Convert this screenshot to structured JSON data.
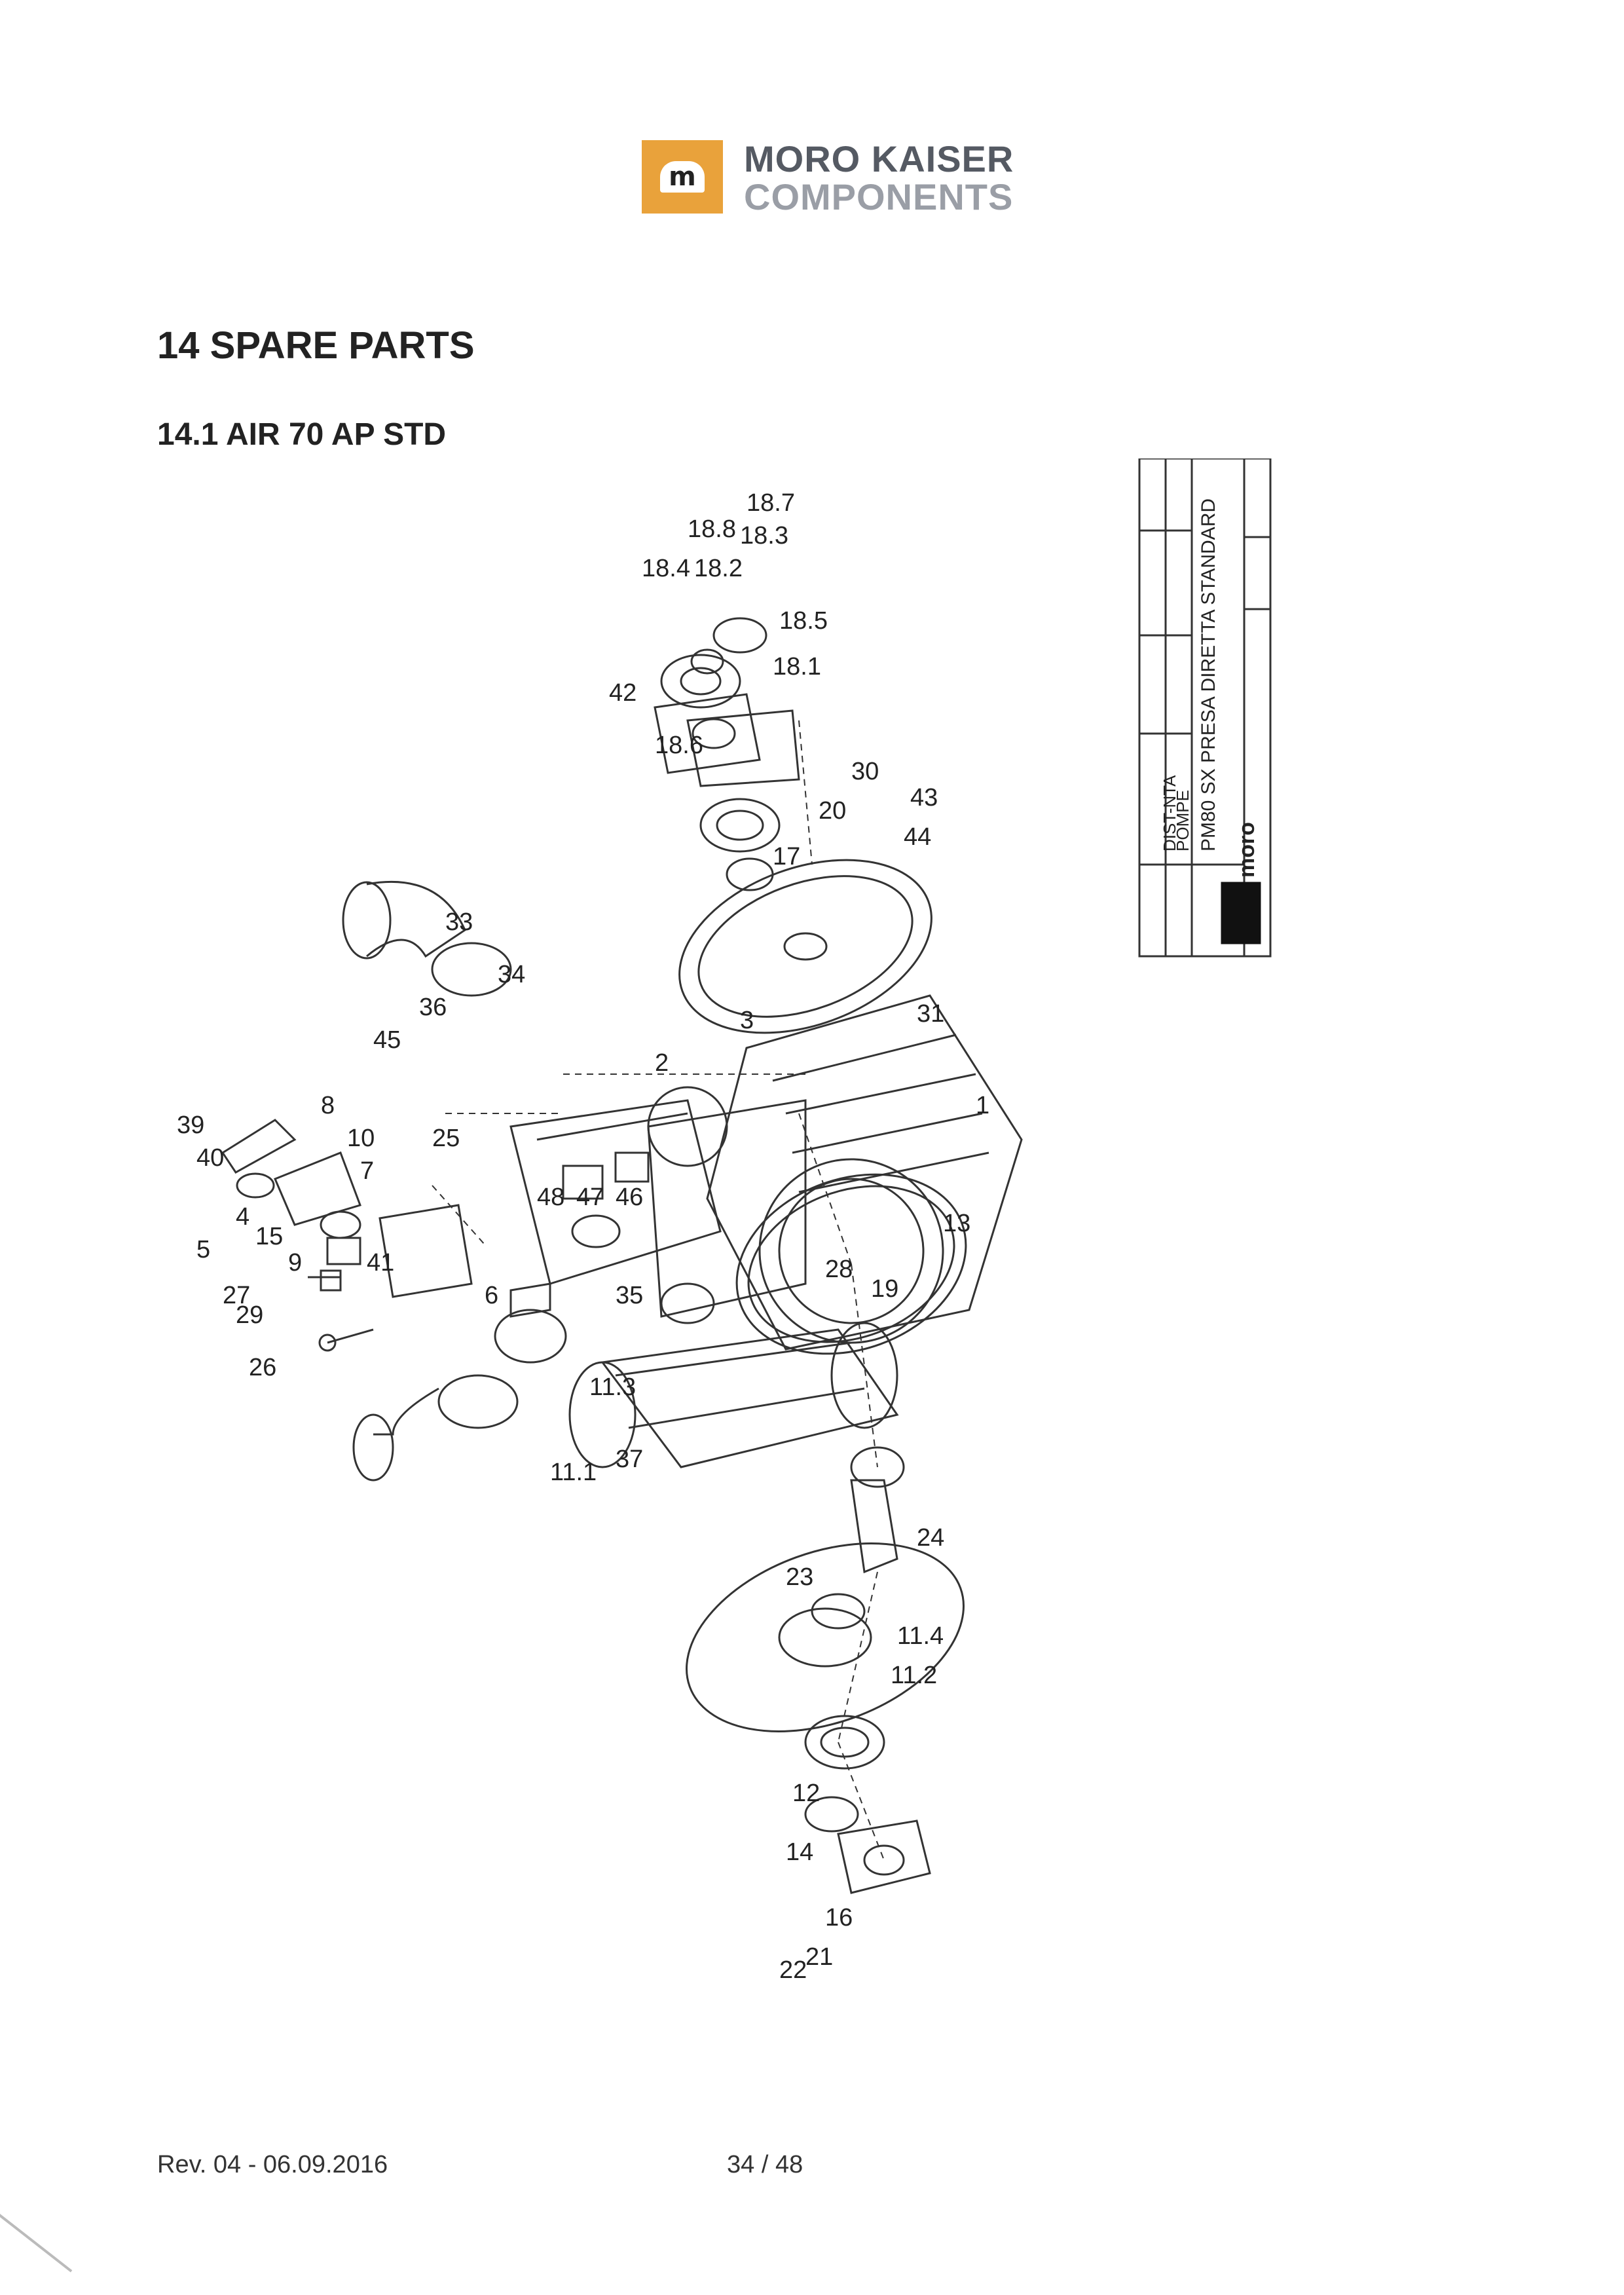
{
  "header": {
    "logo_letter": "m",
    "brand_line1": "MORO KAISER",
    "brand_line2": "COMPONENTS"
  },
  "section": {
    "title": "14  SPARE PARTS",
    "subtitle": "14.1  AIR 70 AP STD"
  },
  "drawing": {
    "title_block": {
      "company_logo_text": "moro",
      "field_1": "DIST-NTA",
      "field_2": "POMPE",
      "description": "PM80 SX PRESA DIRETTA STANDARD"
    },
    "part_labels": [
      "1",
      "2",
      "3",
      "4",
      "5",
      "6",
      "7",
      "8",
      "9",
      "10",
      "11.1",
      "11.2",
      "11.3",
      "11.4",
      "12",
      "13",
      "14",
      "15",
      "16",
      "17",
      "18.1",
      "18.2",
      "18.3",
      "18.4",
      "18.5",
      "18.6",
      "18.7",
      "18.8",
      "19",
      "20",
      "21",
      "22",
      "23",
      "24",
      "25",
      "26",
      "27",
      "28",
      "29",
      "30",
      "31",
      "33",
      "34",
      "35",
      "36",
      "37",
      "39",
      "40",
      "41",
      "42",
      "43",
      "44",
      "45",
      "46",
      "47",
      "48"
    ]
  },
  "footer": {
    "revision": "Rev. 04 - 06.09.2016",
    "page": "34 / 48"
  }
}
